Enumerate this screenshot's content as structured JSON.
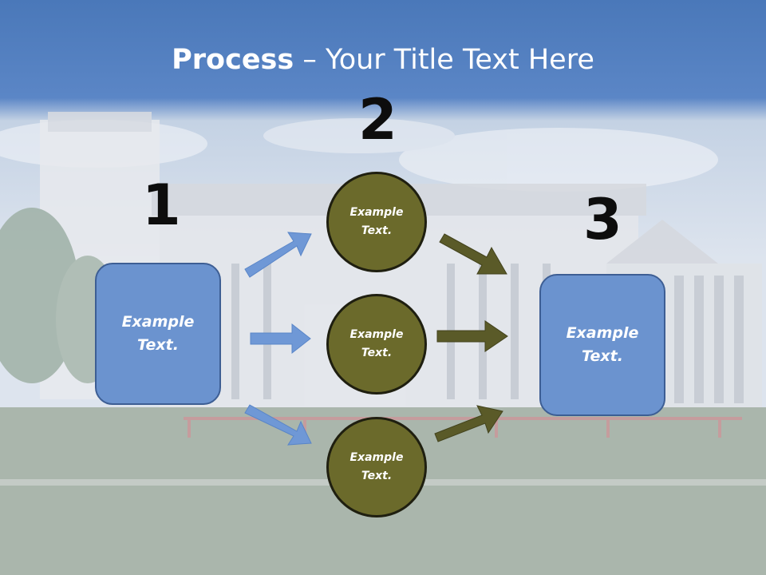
{
  "title": {
    "bold": "Process",
    "rest": " – Your Title Text Here"
  },
  "numbers": {
    "n1": "1",
    "n2": "2",
    "n3": "3"
  },
  "boxes": {
    "left": "Example Text.",
    "right": "Example Text."
  },
  "circles": {
    "top": "Example Text.",
    "middle": "Example Text.",
    "bottom": "Example Text."
  },
  "colors": {
    "box_fill": "#6b93cf",
    "circle_fill": "#6b6a2b",
    "blue_arrow": "#6f98d6",
    "olive_arrow": "#5a5a28",
    "header": "#4f7cbf"
  }
}
